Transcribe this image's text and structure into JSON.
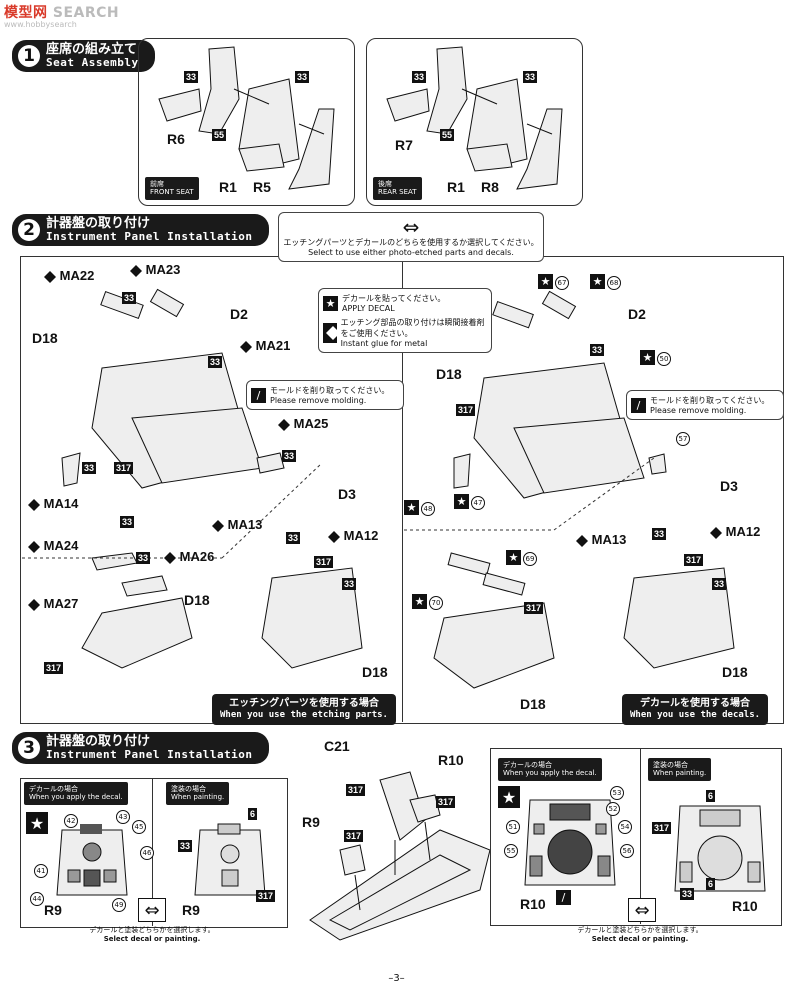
{
  "watermark": {
    "brand": "模型网",
    "search": "SEARCH",
    "url": "www.hobbysearch"
  },
  "steps": [
    {
      "num": "1",
      "jp": "座席の組み立て",
      "en": "Seat Assembly"
    },
    {
      "num": "2",
      "jp": "計器盤の取り付け",
      "en": "Instrument Panel Installation"
    },
    {
      "num": "3",
      "jp": "計器盤の取り付け",
      "en": "Instrument Panel Installation"
    }
  ],
  "step1": {
    "front": {
      "tag_jp": "前席",
      "tag_en": "FRONT SEAT",
      "parts": [
        "33",
        "55",
        "R6",
        "R1",
        "R5",
        "33"
      ]
    },
    "rear": {
      "tag_jp": "後席",
      "tag_en": "REAR SEAT",
      "parts": [
        "33",
        "55",
        "R7",
        "R1",
        "R8",
        "33"
      ]
    }
  },
  "select_note": {
    "jp": "エッチングパーツとデカールのどちらを使用するか選択してください。",
    "en": "Select to use either photo-etched parts and decals."
  },
  "legend": {
    "decal_jp": "デカールを貼ってください。",
    "decal_en": "APPLY DECAL",
    "glue_jp": "エッチング部品の取り付けは瞬間接着剤をご使用ください。",
    "glue_en": "Instant glue for metal"
  },
  "molding": {
    "jp": "モールドを削り取ってください。",
    "en": "Please remove molding."
  },
  "etch_parts": [
    "MA22",
    "MA23",
    "MA21",
    "MA25",
    "MA14",
    "MA24",
    "MA13",
    "MA12",
    "MA27",
    "MA26"
  ],
  "step2_labels": {
    "d18": "D18",
    "d2": "D2",
    "d3": "D3",
    "n33": "33",
    "n317": "317"
  },
  "decal_nums": [
    "67",
    "68",
    "50",
    "57",
    "48",
    "47",
    "69",
    "70"
  ],
  "cap_etch": {
    "jp": "エッチングパーツを使用する場合",
    "en": "When you use the etching parts."
  },
  "cap_decal": {
    "jp": "デカールを使用する場合",
    "en": "When you use the decals."
  },
  "step3": {
    "apply_jp": "デカールの場合",
    "apply_en": "When you apply the decal.",
    "paint_jp": "塗装の場合",
    "paint_en": "When painting.",
    "decals_left": [
      "42",
      "43",
      "45",
      "46",
      "41",
      "44",
      "49"
    ],
    "decals_right": [
      "53",
      "52",
      "51",
      "54",
      "55",
      "56"
    ],
    "parts": [
      "C21",
      "R10",
      "R9",
      "317",
      "6",
      "33"
    ],
    "hint_jp": "デカールと塗装どちらかを選択します。",
    "hint_en": "Select decal or painting."
  },
  "page_number": "–3–"
}
